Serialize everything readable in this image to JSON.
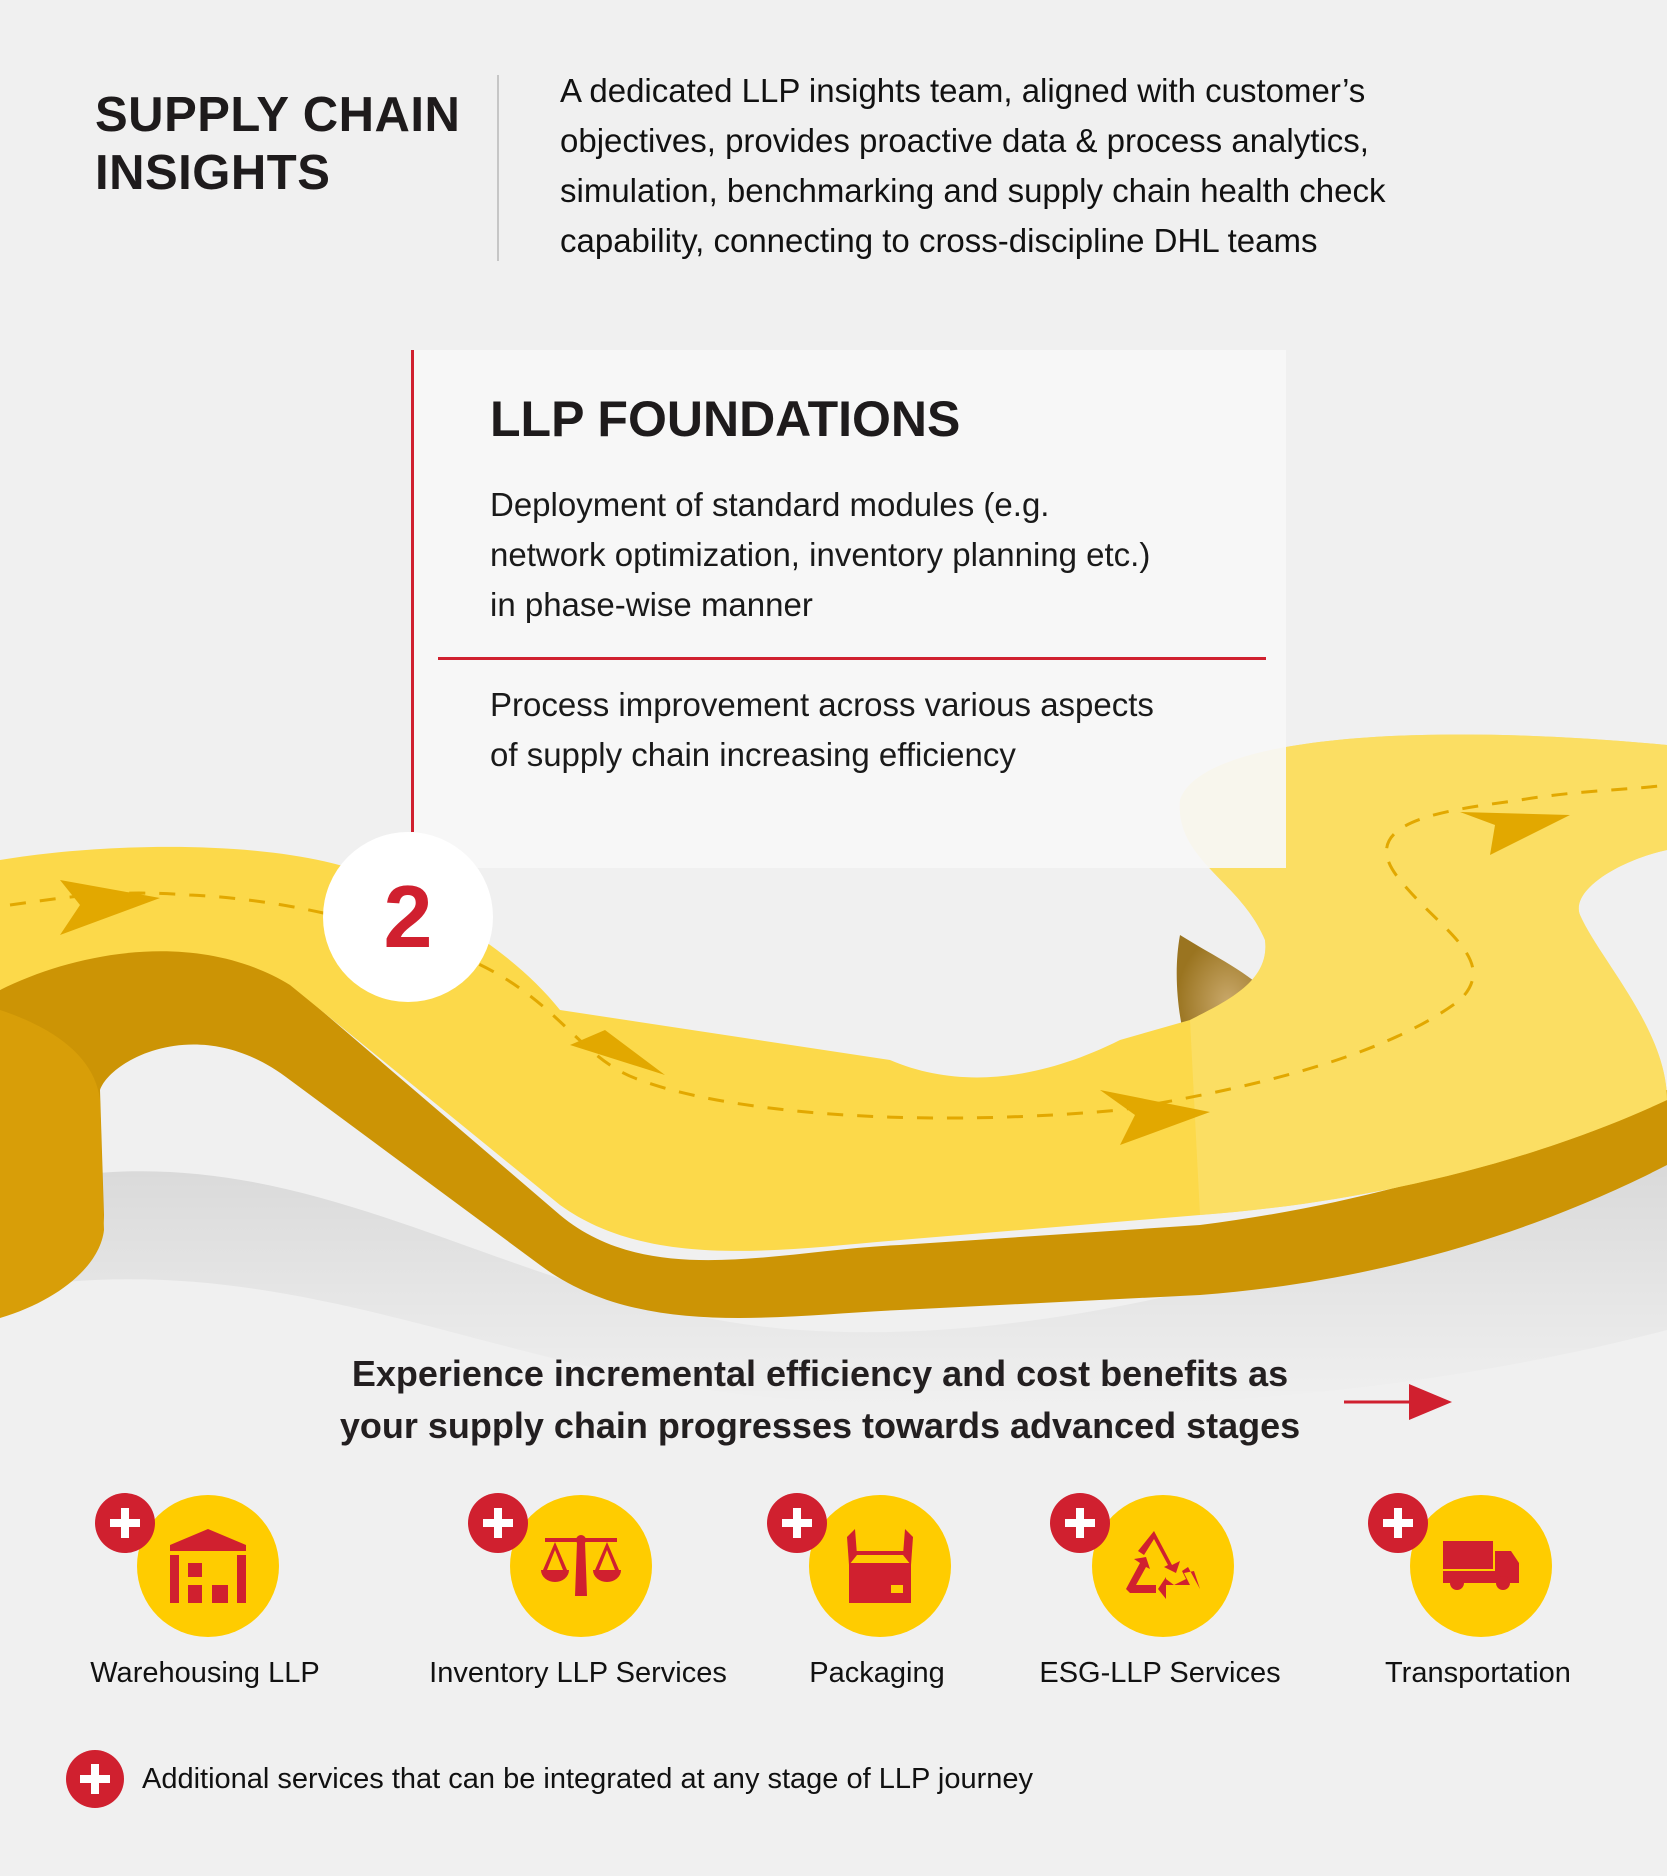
{
  "header": {
    "title_line1": "SUPPLY CHAIN",
    "title_line2": "INSIGHTS",
    "intro_lines": [
      "A dedicated LLP insights team,  aligned with customer’s",
      "objectives, provides proactive data & process analytics,",
      "simulation, benchmarking and supply chain health check",
      "capability, connecting to cross-discipline DHL teams"
    ]
  },
  "stage": {
    "number": "2",
    "title": "LLP FOUNDATIONS",
    "point1_lines": [
      "Deployment of standard modules (e.g.",
      "network optimization, inventory planning etc.)",
      "in phase-wise manner"
    ],
    "point2_lines": [
      "Process improvement across various aspects",
      "of supply chain increasing efficiency"
    ]
  },
  "tagline": {
    "line1": "Experience incremental efficiency and cost benefits as",
    "line2": "your supply chain progresses towards advanced stages",
    "arrow_icon": "arrow-right-icon"
  },
  "services": [
    {
      "label": "Warehousing LLP",
      "icon": "warehouse-icon"
    },
    {
      "label": "Inventory LLP Services",
      "icon": "scales-icon"
    },
    {
      "label": "Packaging",
      "icon": "box-icon"
    },
    {
      "label": "ESG-LLP Services",
      "icon": "recycle-icon"
    },
    {
      "label": "Transportation",
      "icon": "truck-icon"
    }
  ],
  "legend": {
    "icon": "plus-icon",
    "text": "Additional services that can be integrated at any stage of LLP journey"
  },
  "colors": {
    "brand_red": "#d0202f",
    "brand_yellow": "#ffcc00",
    "road_top": "#fcd94a",
    "road_side": "#cc9405",
    "background": "#f0f0f0"
  }
}
